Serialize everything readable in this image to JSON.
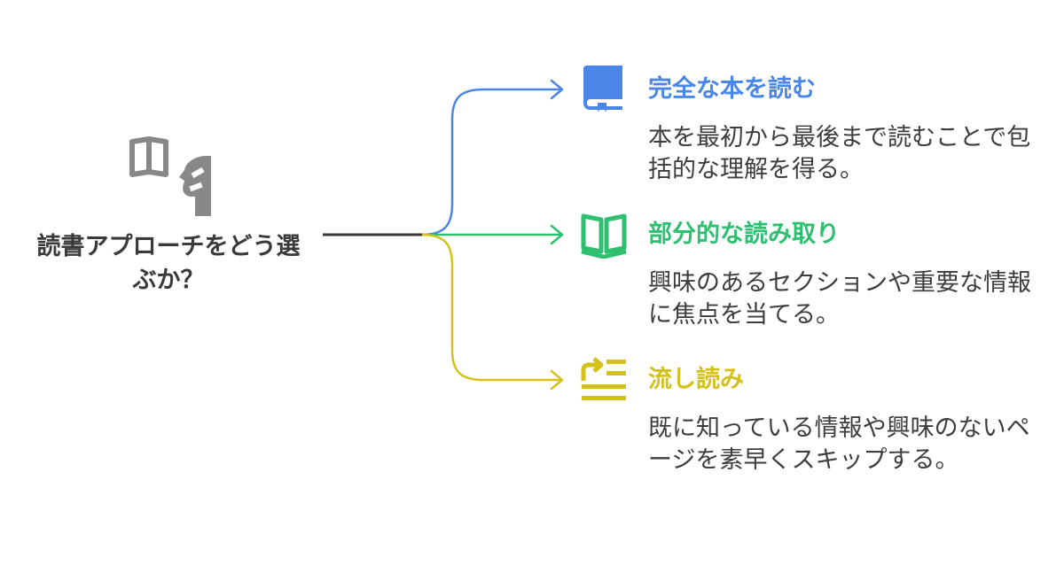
{
  "root": {
    "title": "読書アプローチをどう選ぶか？",
    "icon": "book-and-head-icon"
  },
  "branches": [
    {
      "title": "完全な本を読む",
      "description": "本を最初から最後まで読むことで包括的な理解を得る。",
      "color": "#4a86e8",
      "icon": "closed-book-icon"
    },
    {
      "title": "部分的な読み取り",
      "description": "興味のあるセクションや重要な情報に焦点を当てる。",
      "color": "#2fbf71",
      "icon": "open-book-icon"
    },
    {
      "title": "流し読み",
      "description": "既に知っている情報や興味のないページを素早くスキップする。",
      "color": "#d4c21a",
      "icon": "skip-list-icon"
    }
  ],
  "colors": {
    "root_text": "#3a3a3a",
    "root_icon": "#888888",
    "connector": "#3a3a3a",
    "description_text": "#3d3d3d"
  }
}
